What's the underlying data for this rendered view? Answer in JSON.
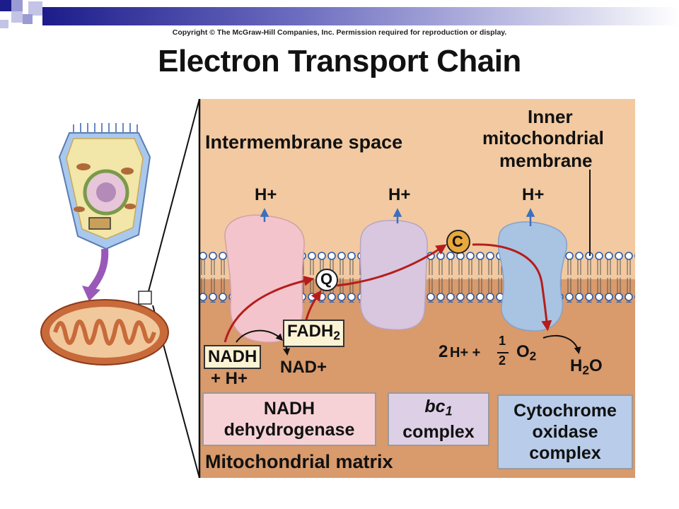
{
  "copyright": "Copyright © The McGraw-Hill Companies, Inc. Permission required for reproduction or display.",
  "title": "Electron Transport Chain",
  "labels": {
    "intermembrane_space": "Intermembrane space",
    "inner_membrane_1": "Inner",
    "inner_membrane_2": "mitochondrial",
    "inner_membrane_3": "membrane",
    "h_plus_1": "H+",
    "h_plus_2": "H+",
    "h_plus_3": "H+",
    "q": "Q",
    "c": "C",
    "fadh": "FADH",
    "fadh_sub": "2",
    "nadh": "NADH",
    "plus_h": "+ H+",
    "nad_plus": "NAD+",
    "eq_two": "2",
    "eq_h": "H+ +",
    "eq_num": "1",
    "eq_den": "2",
    "eq_o": "O",
    "eq_o_sub": "2",
    "h2o_h": "H",
    "h2o_sub": "2",
    "h2o_o": "O",
    "matrix": "Mitochondrial matrix"
  },
  "complexes": {
    "nadh_dehydrogenase_1": "NADH",
    "nadh_dehydrogenase_2": "dehydrogenase",
    "bc1_1": "bc",
    "bc1_sub": "1",
    "bc1_2": "complex",
    "cyto_1": "Cytochrome",
    "cyto_2": "oxidase",
    "cyto_3": "complex"
  },
  "colors": {
    "intermembrane": "#f2c9a0",
    "matrix": "#d99a6c",
    "complex_1": "#f3c4cb",
    "complex_2": "#d9c6df",
    "complex_3": "#a9c3e2",
    "arrow": "#b51d1d",
    "h_arrow": "#3b6fc0",
    "box_1": "#f6d2d6",
    "box_2": "#ddd0e6",
    "box_3": "#b9cdea"
  }
}
